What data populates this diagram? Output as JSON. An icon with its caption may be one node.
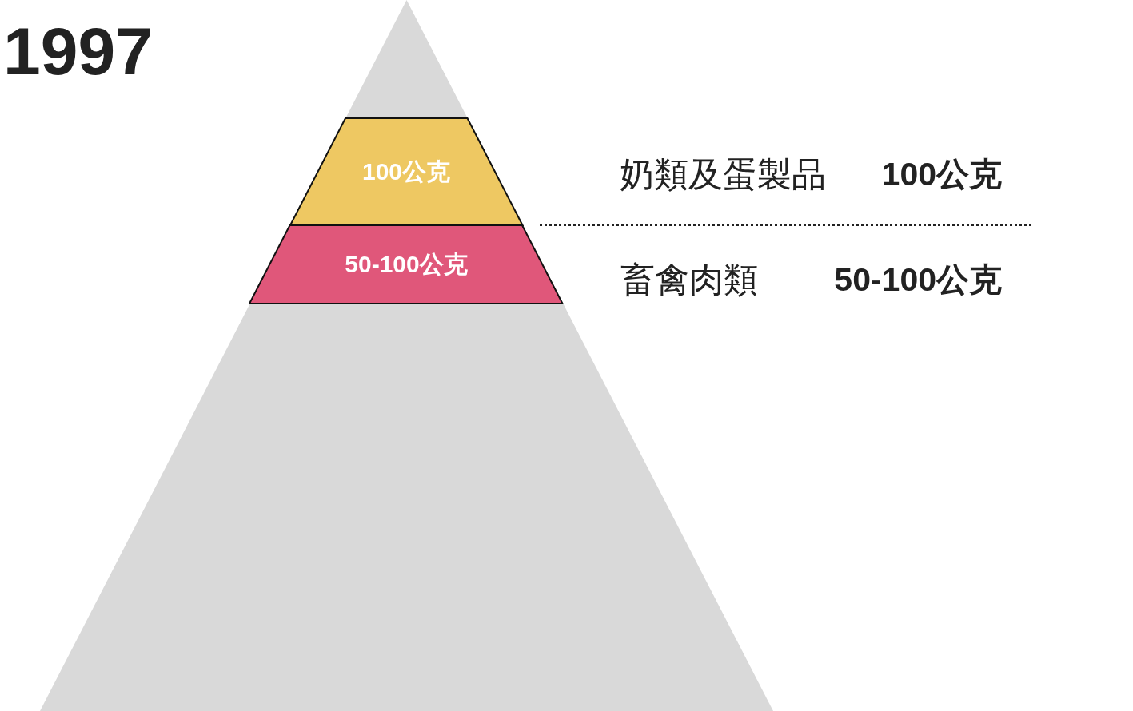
{
  "diagram": {
    "title": "1997",
    "nodes": [
      {
        "text": [],
        "shape": "triangle"
      },
      {
        "text": [
          "100公克"
        ],
        "in": 0
      },
      {
        "text": [
          "50-100公克"
        ],
        "in": 0
      }
    ],
    "labels": [
      "奶類及蛋製品",
      "100公克",
      "畜禽肉類",
      "50-100公克"
    ]
  }
}
